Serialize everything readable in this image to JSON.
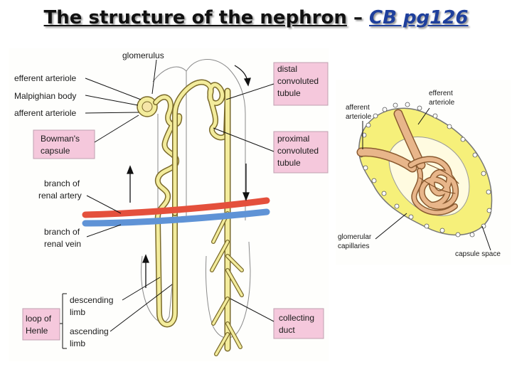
{
  "title": {
    "main": "The structure of the nephron",
    "dash": " – ",
    "reference": "CB pg126"
  },
  "left_diagram": {
    "labels": {
      "glomerulus": "glomerulus",
      "efferent_arteriole": "efferent arteriole",
      "malpighian_body": "Malpighian body",
      "afferent_arteriole": "afferent arteriole",
      "bowmans_capsule": [
        "Bowman's",
        "capsule"
      ],
      "branch_renal_artery": [
        "branch of",
        "renal artery"
      ],
      "branch_renal_vein": [
        "branch of",
        "renal vein"
      ],
      "descending_limb": [
        "descending",
        "limb"
      ],
      "ascending_limb": [
        "ascending",
        "limb"
      ],
      "loop_of_henle": [
        "loop of",
        "Henle"
      ],
      "distal_convoluted_tubule": [
        "distal",
        "convoluted",
        "tubule"
      ],
      "proximal_convoluted_tubule": [
        "proximal",
        "convoluted",
        "tubule"
      ],
      "collecting_duct": [
        "collecting",
        "duct"
      ]
    }
  },
  "right_diagram": {
    "labels": {
      "efferent_arteriole": [
        "efferent",
        "arteriole"
      ],
      "afferent_arteriole": [
        "afferent",
        "arteriole"
      ],
      "glomerular_capillaries": [
        "glomerular",
        "capillaries"
      ],
      "capsule_space": "capsule space"
    }
  },
  "colors": {
    "tubule": "#f3ec9c",
    "tubule_outline": "#7a6a2a",
    "capsule": "#f6f07a",
    "vessel_orange": "#e8b68a",
    "artery": "#e4503c",
    "vein": "#5f93d6",
    "label_box": "#f5c8dc",
    "title_ref": "#1e3f9c"
  }
}
